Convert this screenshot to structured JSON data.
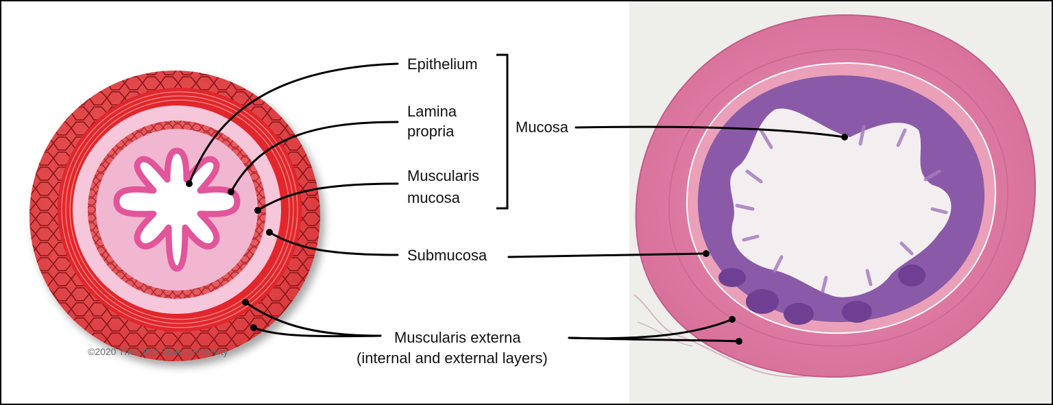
{
  "labels": {
    "epithelium": "Epithelium",
    "lamina_line1": "Lamina",
    "lamina_line2": "propria",
    "musc_mucosa_line1": "Muscularis",
    "musc_mucosa_line2": "mucosa",
    "submucosa": "Submucosa",
    "mucosa": "Mucosa",
    "musc_externa_line1": "Muscularis externa",
    "musc_externa_line2": "(internal and external layers)"
  },
  "copyright": "©2020 The Ohio State University",
  "colors": {
    "muscle_red": "#e2262b",
    "muscle_light": "#f05a5a",
    "mucosa_pink": "#f2b7d0",
    "epithelium_magenta": "#e2559a",
    "histo_pink": "#e07aa3",
    "histo_purple": "#7a4a9a",
    "background_right": "#eeeeea"
  }
}
